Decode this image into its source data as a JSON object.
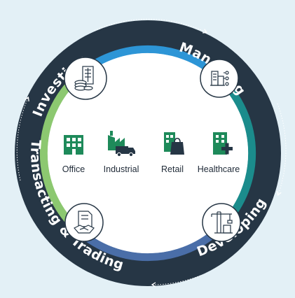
{
  "colors": {
    "background": "#e3f0f6",
    "outer_ring": "#263645",
    "seg_teal": "#1b8c8c",
    "seg_blue": "#2d95d6",
    "seg_navy": "#4a6ea8",
    "seg_green": "#8cc870",
    "icon_green": "#1e8a5a",
    "icon_teal": "#1b8c8c"
  },
  "cycle": {
    "investing": "Investing",
    "managing": "Managing",
    "developing": "Developing",
    "transacting": "Transacting & Trading"
  },
  "stage_icons": [
    "building-coins-icon",
    "building-chart-icon",
    "crane-building-icon",
    "handshake-document-icon"
  ],
  "sectors": {
    "office": {
      "label": "Office",
      "icon": "office-building-icon"
    },
    "industrial": {
      "label": "Industrial",
      "icon": "factory-truck-icon"
    },
    "retail": {
      "label": "Retail",
      "icon": "shopping-bag-icon"
    },
    "healthcare": {
      "label": "Healthcare",
      "icon": "hospital-cross-icon"
    }
  }
}
